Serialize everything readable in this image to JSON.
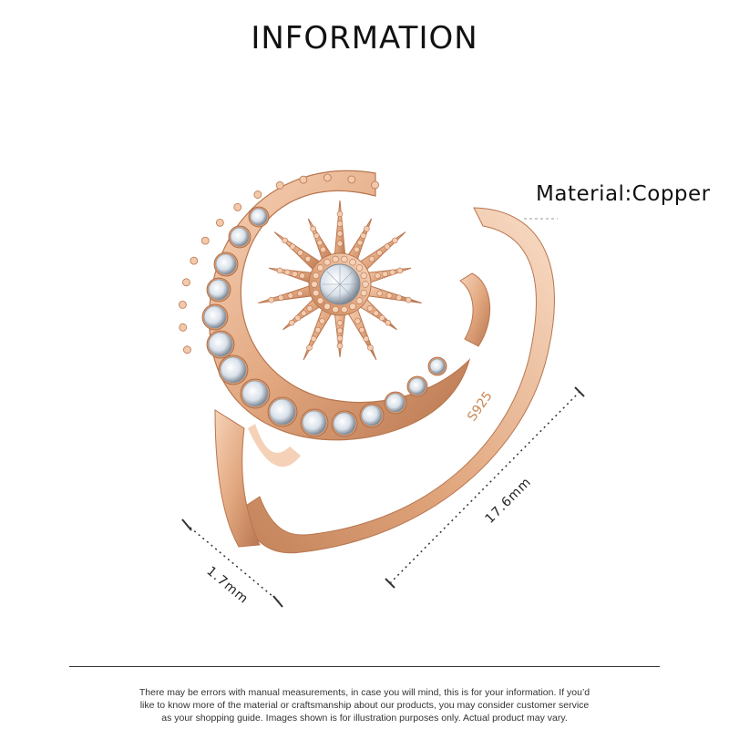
{
  "header": {
    "title": "INFORMATION"
  },
  "specs": {
    "material": "Material:Copper",
    "ring_width": "1.7mm",
    "ring_diameter": "17.6mm",
    "stamp": "S925"
  },
  "footer": {
    "disclaimer_lines": [
      "There may be errors with manual measurements, in case you will mind, this is for your information. If you’d",
      "like to know more of the material or craftsmanship about our products, you may consider customer service",
      "as your shopping guide. Images shown is for illustration purposes only. Actual product may vary."
    ]
  },
  "colors": {
    "rose_gold": "#e2a880",
    "rose_gold_dark": "#b9764f",
    "rose_gold_light": "#f6d2b8",
    "crystal": "#e8eef4"
  }
}
